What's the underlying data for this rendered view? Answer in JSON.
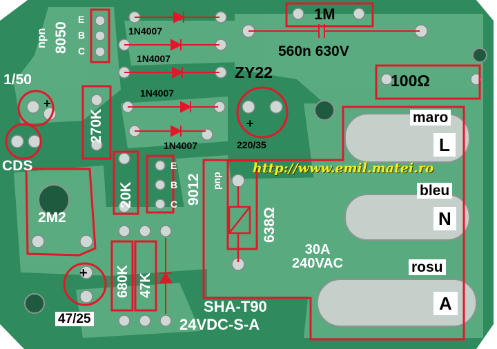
{
  "board": {
    "colors": {
      "pcb": "#2f8a5e",
      "trace": "#63b388",
      "marker": "#e0192a",
      "solder": "#c9d3cf"
    },
    "transistor_top": {
      "type": "npn",
      "part": "8050",
      "pins": [
        "E",
        "B",
        "C"
      ]
    },
    "transistor_mid": {
      "type": "pnp",
      "part": "9012",
      "pins": [
        "E",
        "B",
        "C"
      ]
    },
    "diodes": [
      "1N4007",
      "1N4007",
      "1N4007",
      "1N4007"
    ],
    "zener": "ZY22",
    "resistors": {
      "r1m": "1M",
      "r100": "100Ω",
      "r270k": "270K",
      "r20k": "20K",
      "r680k": "680K",
      "r47k": "47K",
      "r2m2": "2M2"
    },
    "capacitors": {
      "c560": "560n 630V",
      "c1_50": "1/50",
      "c220": "220/35",
      "c47": "47/25",
      "polarity": "+"
    },
    "sensor": "CDS",
    "relay": {
      "coil": "638Ω",
      "rating": "30A\n240VAC",
      "model": "SHA-T90",
      "voltage": "24VDC-S-A"
    },
    "terminals": [
      {
        "name": "maro",
        "pin": "L"
      },
      {
        "name": "bleu",
        "pin": "N"
      },
      {
        "name": "rosu",
        "pin": "A"
      }
    ],
    "watermark": "http://www.emil.matei.ro"
  }
}
